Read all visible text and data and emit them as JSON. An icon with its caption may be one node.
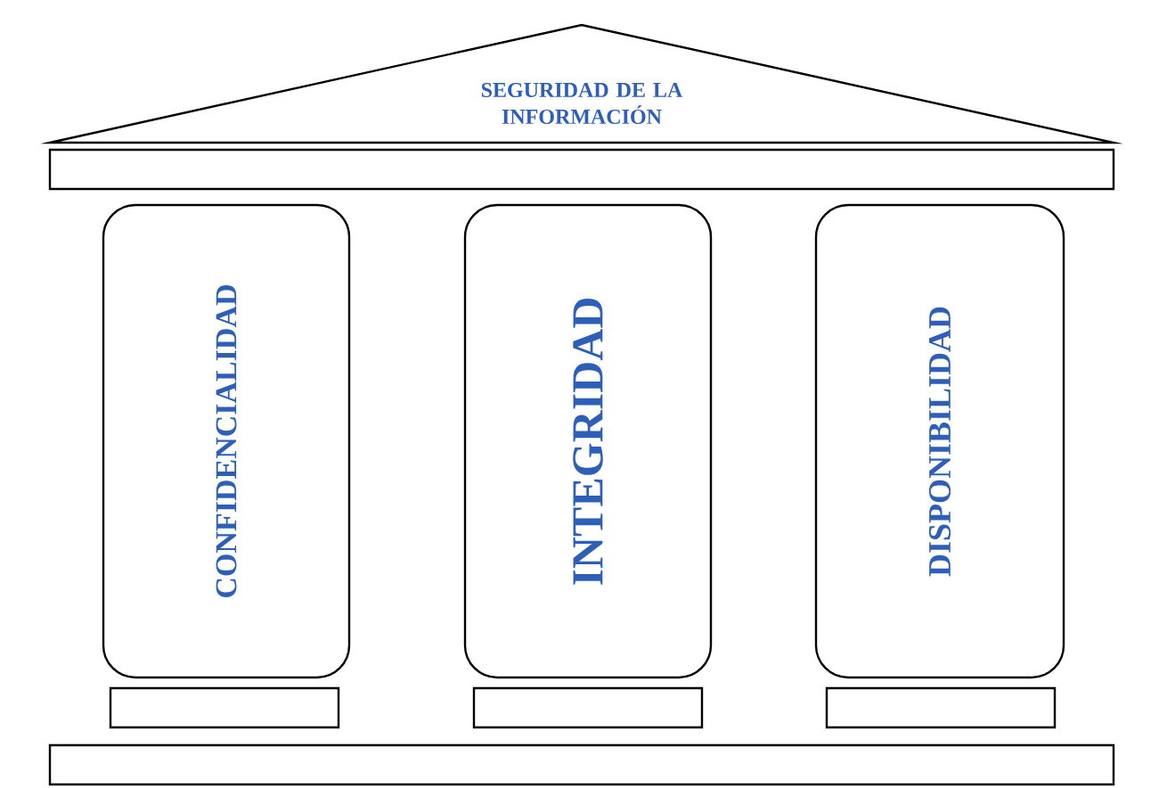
{
  "diagram": {
    "nodes": [
      {
        "text": [
          "SEGURIDAD DE LA INFORMACIÓN"
        ]
      },
      {
        "text": [],
        "shape": "bar"
      },
      {
        "text": [
          "CONFIDENCIALIDAD"
        ]
      },
      {
        "text": [
          "INTEGRIDAD"
        ]
      },
      {
        "text": [
          "DISPONIBILIDAD"
        ]
      },
      {
        "text": [],
        "shape": "bar"
      },
      {
        "text": [],
        "shape": "bar"
      },
      {
        "text": [],
        "shape": "bar"
      },
      {
        "text": [],
        "shape": "bar"
      }
    ]
  }
}
